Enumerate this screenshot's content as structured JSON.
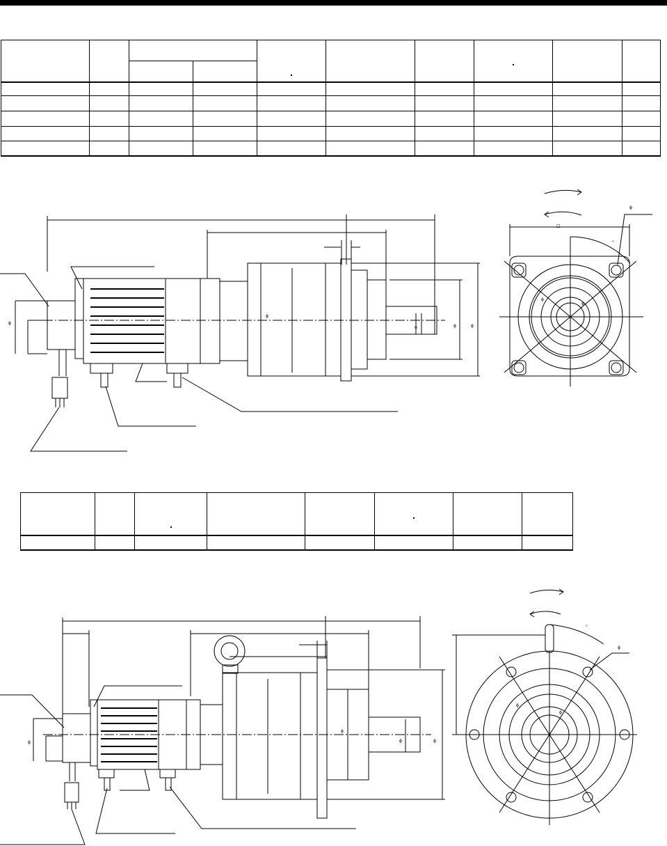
{
  "page": {
    "width": 959,
    "height": 1215
  },
  "dimension_glyphs": {
    "diameter": "ϕ",
    "square": "□",
    "degree": "°"
  },
  "table_1": {
    "header_rows": 2,
    "data_rows": 5,
    "columns": 10,
    "cells": []
  },
  "table_2": {
    "header_rows": 1,
    "data_rows": 1,
    "columns": 8,
    "cells": []
  },
  "drawing_1": {
    "views": [
      "side-view",
      "flange-end-view"
    ],
    "diameter_marks": [
      "ϕ",
      "ϕ",
      "ϕ",
      "ϕ",
      "ϕ",
      "ϕ",
      "ϕ",
      "ϕ"
    ],
    "square_mark": "□",
    "degree_mark": "°"
  },
  "drawing_2": {
    "views": [
      "side-view",
      "flange-end-view"
    ],
    "diameter_marks": [
      "ϕ",
      "ϕ",
      "ϕ",
      "ϕ",
      "ϕ",
      "ϕ",
      "ϕ"
    ],
    "degree_mark": "°"
  },
  "colors": {
    "ink": "#000000",
    "paper": "#ffffff"
  }
}
